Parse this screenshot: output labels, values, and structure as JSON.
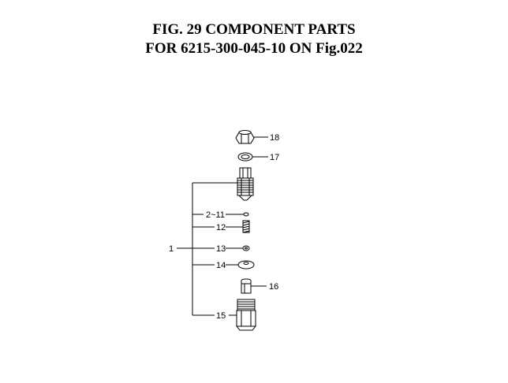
{
  "title": {
    "line1": "FIG. 29  COMPONENT PARTS",
    "line2": "FOR 6215-300-045-10 ON Fig.022"
  },
  "callouts": {
    "c1": "1",
    "c2_11": "2~11",
    "c12": "12",
    "c13": "13",
    "c14": "14",
    "c15": "15",
    "c16": "16",
    "c17": "17",
    "c18": "18"
  }
}
